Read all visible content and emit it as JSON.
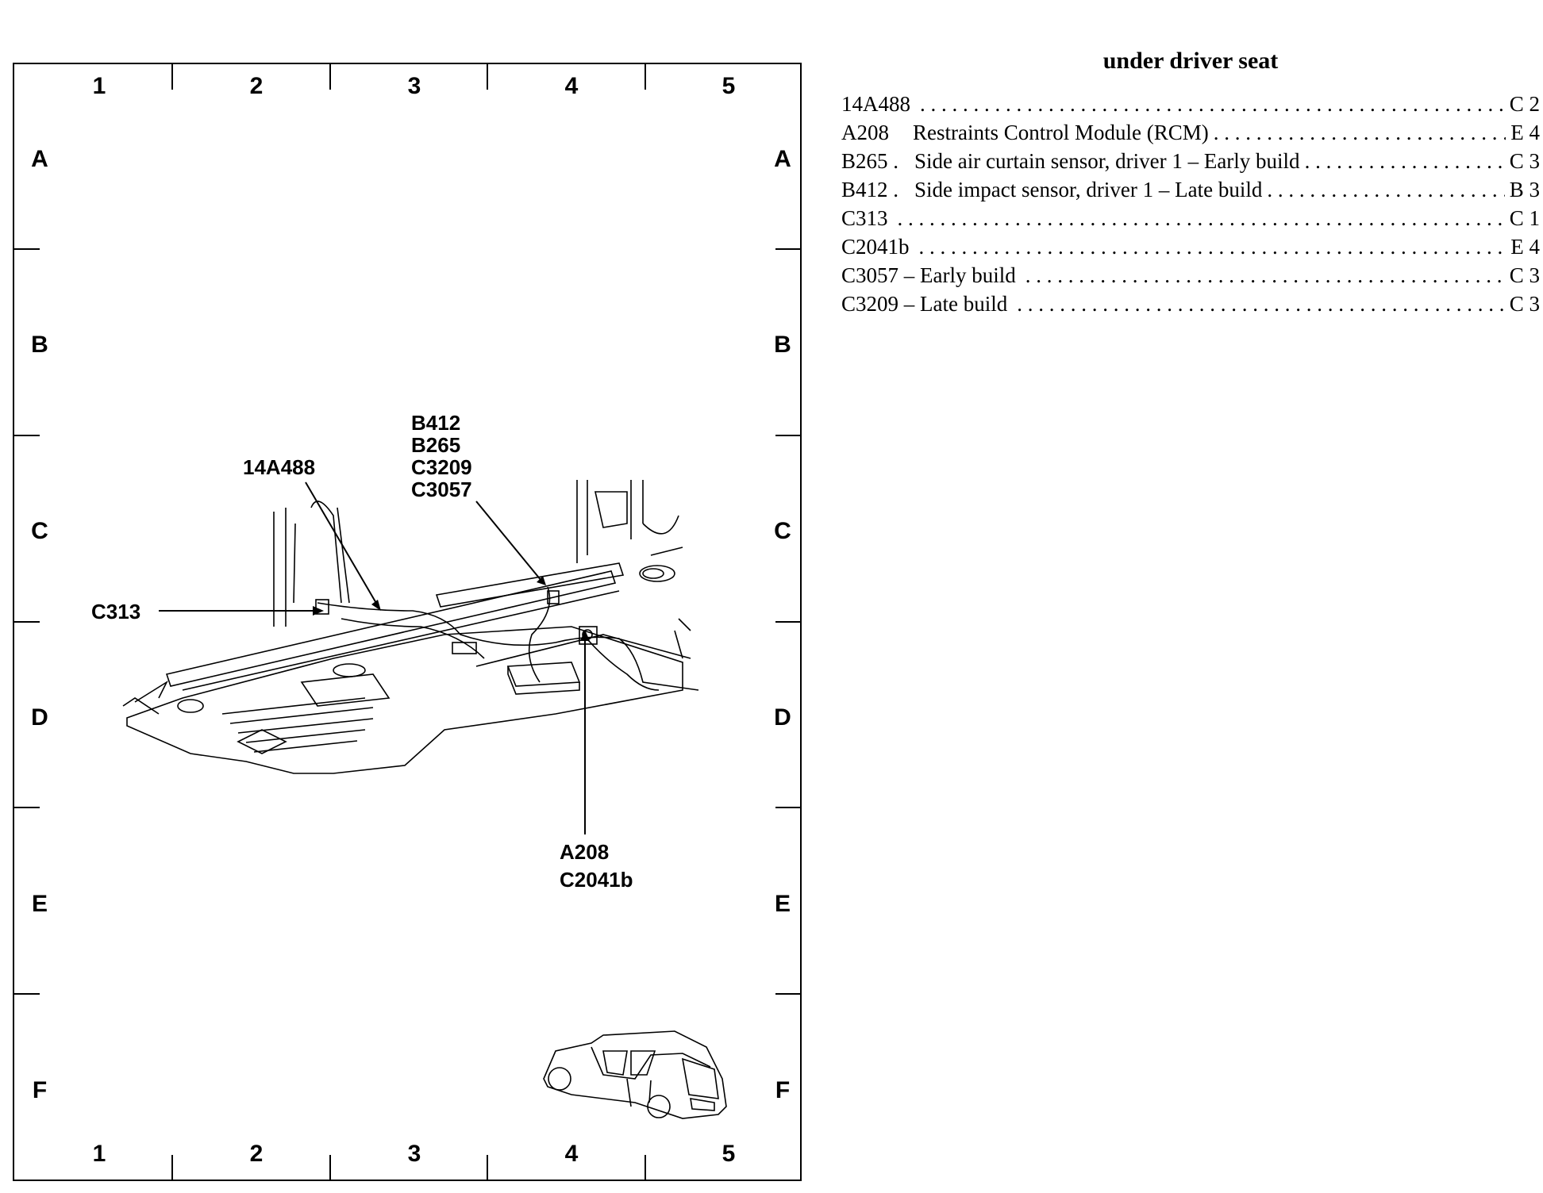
{
  "grid": {
    "columns": [
      "1",
      "2",
      "3",
      "4",
      "5"
    ],
    "rows": [
      "A",
      "B",
      "C",
      "D",
      "E",
      "F"
    ]
  },
  "callouts": {
    "c14a488": "14A488",
    "c313": "C313",
    "group_b412": [
      "B412",
      "B265",
      "C3209",
      "C3057"
    ],
    "group_a208": [
      "A208",
      "C2041b"
    ]
  },
  "legend": {
    "title": "under driver seat",
    "items": [
      {
        "code": "14A488",
        "description": "",
        "location": "C 2"
      },
      {
        "code": "A208",
        "description": "Restraints Control Module (RCM)",
        "location": "E 4"
      },
      {
        "code": "B265 .",
        "description": "Side air curtain sensor, driver 1 – Early build",
        "location": "C 3"
      },
      {
        "code": "B412 .",
        "description": "Side impact sensor, driver 1 – Late build",
        "location": "B 3"
      },
      {
        "code": "C313",
        "description": "",
        "location": "C 1"
      },
      {
        "code": "C2041b",
        "description": "",
        "location": "E 4"
      },
      {
        "code": "C3057 – Early build",
        "description": "",
        "location": "C 3"
      },
      {
        "code": "C3209 – Late build",
        "description": "",
        "location": "C 3"
      }
    ]
  }
}
